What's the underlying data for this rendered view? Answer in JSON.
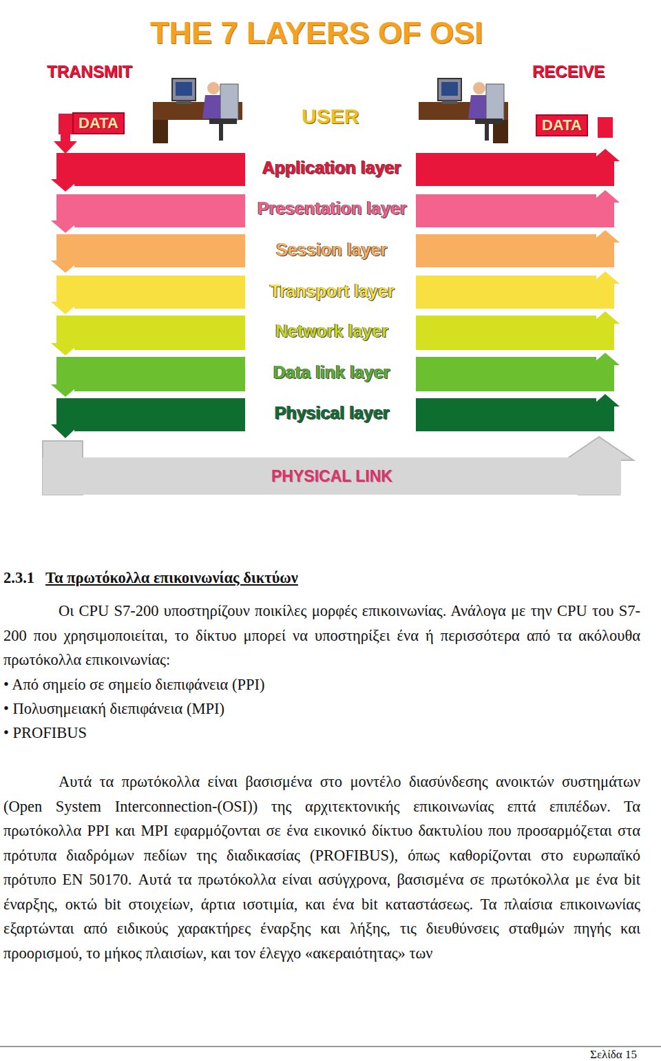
{
  "diagram": {
    "title": "THE 7 LAYERS OF OSI",
    "nodes": [
      {
        "text": [
          "DATA"
        ]
      },
      {
        "text": [
          "DATA"
        ]
      },
      {
        "text": [
          "PHYSICAL LINK"
        ]
      }
    ],
    "labels": [
      "TRANSMIT",
      "RECEIVE",
      "USER",
      "Application layer",
      "Presentation layer",
      "Session layer",
      "Transport layer",
      "Network layer",
      "Data link layer",
      "Physical layer",
      "2.3.1",
      "Τα πρωτόκολλα επικοινωνίας δικτύων",
      "Οι CPU  S7-200 υποστηρίζουν ποικίλες μορφές επικοινωνίας. Ανάλογα με την CPU του S7-200 που χρησιμοποιείται, το δίκτυο μπορεί να υποστηρίξει ένα ή περισσότερα από τα ακόλουθα πρωτόκολλα επικοινωνίας:",
      "• Από σημείο σε σημείο διεπιφάνεια (PPI)",
      "• Πολυσημειακή διεπιφάνεια (MPI)",
      "• PROFIBUS",
      "Αυτά τα πρωτόκολλα είναι βασισμένα στο μοντέλο διασύνδεσης ανοικτών συστημάτων (Open System Interconnection-(OSI)) της αρχιτεκτονικής επικοινωνίας επτά επιπέδων. Τα πρωτόκολλα PPI και MPI εφαρμόζονται σε ένα εικονικό δίκτυο δακτυλίου που προσαρμόζεται στα πρότυπα διαδρόμων πεδίων της διαδικασίας (PROFIBUS), όπως καθορίζονται στο ευρωπαϊκό πρότυπο EN 50170. Αυτά τα πρωτόκολλα είναι ασύγχρονα, βασισμένα σε πρωτόκολλα με ένα bit έναρξης, οκτώ bit στοιχείων, άρτια ισοτιμία, και ένα bit καταστάσεως. Τα πλαίσια επικοινωνίας εξαρτώνται από ειδικούς χαρακτήρες έναρξης και λήξης, τις διευθύνσεις σταθμών πηγής και προορισμού, το μήκος πλαισίων, και τον έλεγχο «ακεραιότητας» των",
      "Σελίδα 15"
    ]
  }
}
